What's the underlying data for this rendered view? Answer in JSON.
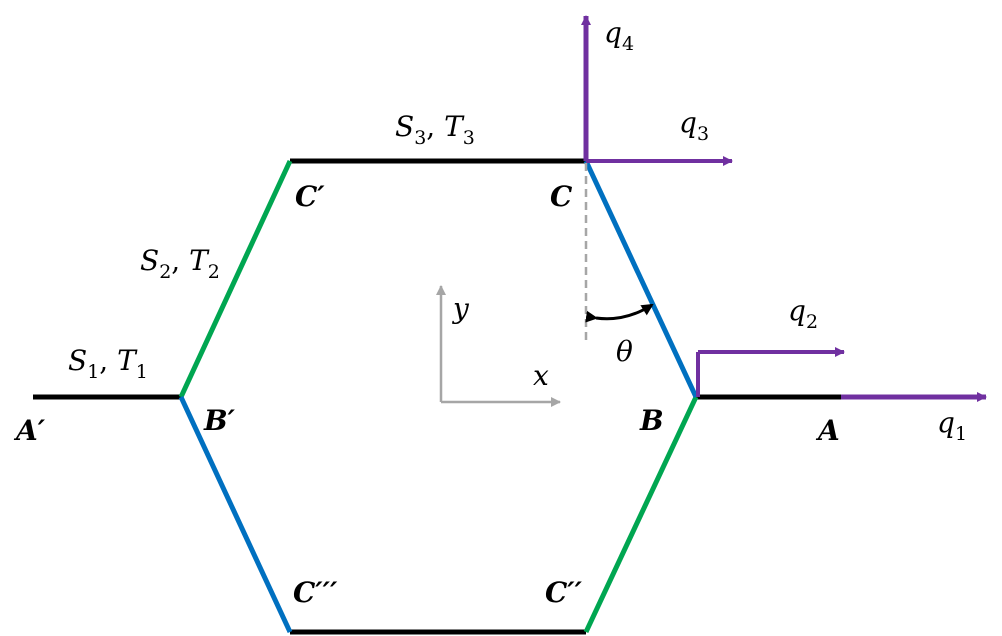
{
  "colors": {
    "black_edge": "#000000",
    "green_edge": "#00a651",
    "blue_edge": "#0070c0",
    "purple_arrow": "#7030a0",
    "gray_axis": "#a6a6a6"
  },
  "nodes": {
    "A": "A",
    "A_prime": "A′",
    "B": "B",
    "B_prime": "B′",
    "C": "C",
    "C_prime": "C′",
    "C_double_prime": "C′′",
    "C_triple_prime": "C′′′"
  },
  "edge_labels": {
    "s1_t1": {
      "s": "S",
      "s_sub": "1",
      "sep": ", ",
      "t": "T",
      "t_sub": "1"
    },
    "s2_t2": {
      "s": "S",
      "s_sub": "2",
      "sep": ", ",
      "t": "T",
      "t_sub": "2"
    },
    "s3_t3": {
      "s": "S",
      "s_sub": "3",
      "sep": ", ",
      "t": "T",
      "t_sub": "3"
    }
  },
  "arrows": {
    "q1": {
      "base": "q",
      "sub": "1"
    },
    "q2": {
      "base": "q",
      "sub": "2"
    },
    "q3": {
      "base": "q",
      "sub": "3"
    },
    "q4": {
      "base": "q",
      "sub": "4"
    }
  },
  "axes": {
    "x": "x",
    "y": "y"
  },
  "angle": {
    "theta": "θ"
  }
}
